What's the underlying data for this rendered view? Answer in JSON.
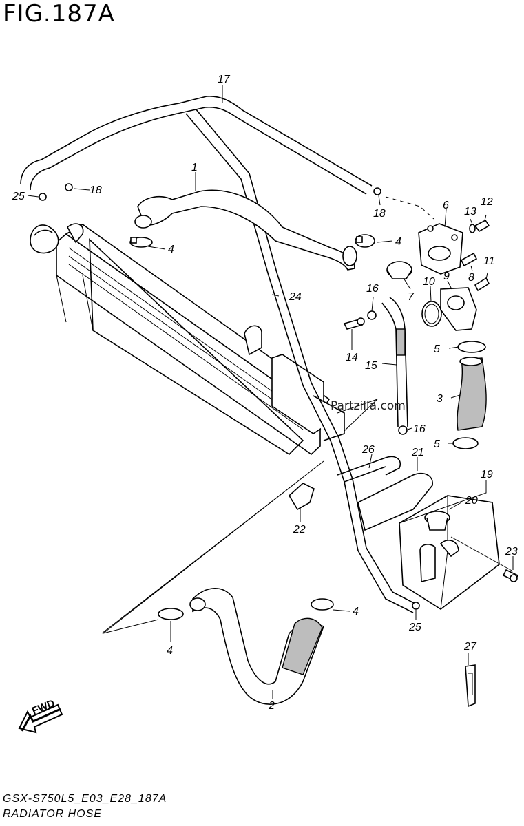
{
  "header": {
    "figure_number": "FIG.187A"
  },
  "footer": {
    "model_code": "GSX-S750L5_E03_E28_187A",
    "section_title": "RADIATOR HOSE"
  },
  "watermark": "Partzilla.com",
  "fwd_label": "FWD",
  "callouts": {
    "p1": "1",
    "p2": "2",
    "p3": "3",
    "p4a": "4",
    "p4b": "4",
    "p4c": "4",
    "p4d": "4",
    "p5a": "5",
    "p5b": "5",
    "p6": "6",
    "p7": "7",
    "p8": "8",
    "p9": "9",
    "p10": "10",
    "p11": "11",
    "p12": "12",
    "p13": "13",
    "p14": "14",
    "p15": "15",
    "p16a": "16",
    "p16b": "16",
    "p17": "17",
    "p18a": "18",
    "p18b": "18",
    "p19": "19",
    "p20": "20",
    "p21": "21",
    "p22": "22",
    "p23": "23",
    "p24": "24",
    "p25a": "25",
    "p25b": "25",
    "p26": "26",
    "p27": "27"
  },
  "colors": {
    "line": "#000000",
    "background": "#ffffff",
    "shade": "#bdbdbd"
  }
}
